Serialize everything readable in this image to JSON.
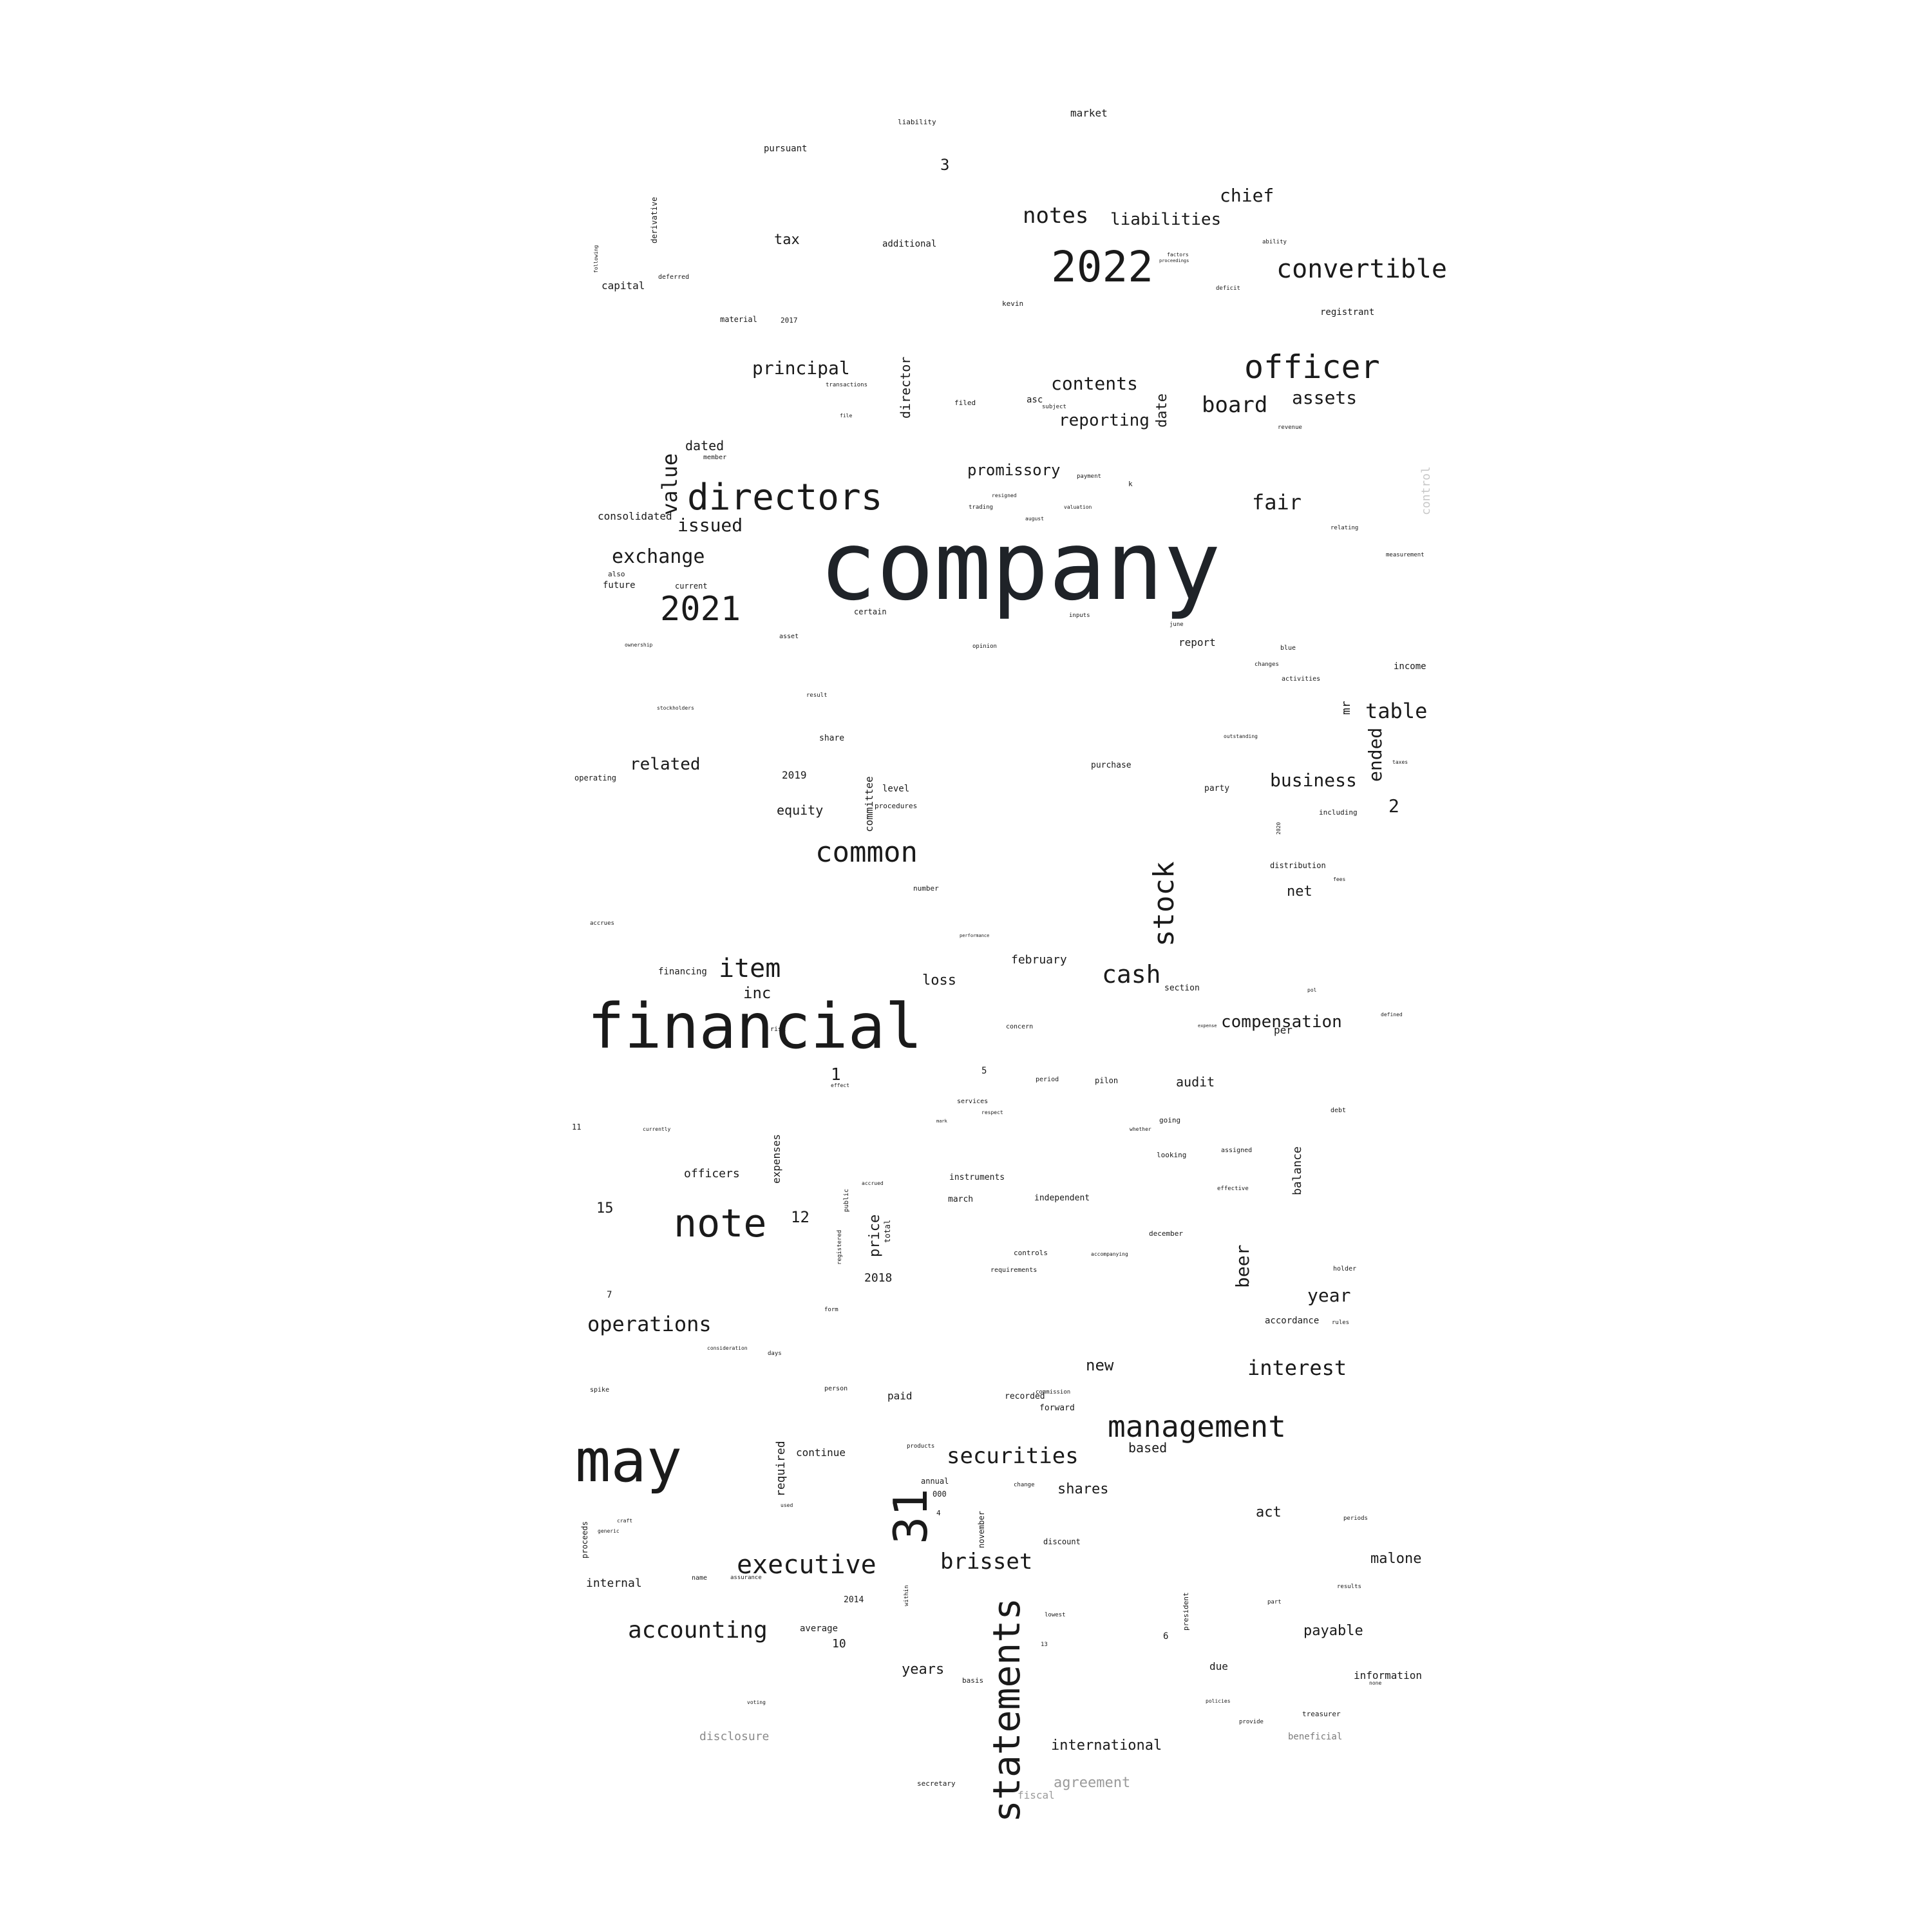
{
  "words": [
    {
      "id": "company",
      "text": "company",
      "tone": "#1f2328"
    },
    {
      "id": "financial",
      "text": "financial",
      "tone": "#1a1a1a"
    },
    {
      "id": "may",
      "text": "may",
      "tone": "#1a1a1a"
    },
    {
      "id": "2022",
      "text": "2022",
      "tone": "#1a1a1a"
    },
    {
      "id": "directors",
      "text": "directors",
      "tone": "#1a1a1a"
    },
    {
      "id": "statements",
      "text": "statements",
      "tone": "#1a1a1a"
    },
    {
      "id": "31",
      "text": "31",
      "tone": "#1a1a1a"
    },
    {
      "id": "note",
      "text": "note",
      "tone": "#1a1a1a"
    },
    {
      "id": "2021",
      "text": "2021",
      "tone": "#1a1a1a"
    },
    {
      "id": "officer",
      "text": "officer",
      "tone": "#1a1a1a"
    },
    {
      "id": "management",
      "text": "management",
      "tone": "#1a1a1a"
    },
    {
      "id": "convertible",
      "text": "convertible",
      "tone": "#1a1a1a"
    },
    {
      "id": "common",
      "text": "common",
      "tone": "#1a1a1a"
    },
    {
      "id": "stock",
      "text": "stock",
      "tone": "#1a1a1a"
    },
    {
      "id": "executive",
      "text": "executive",
      "tone": "#1a1a1a"
    },
    {
      "id": "item",
      "text": "item",
      "tone": "#1a1a1a"
    },
    {
      "id": "cash",
      "text": "cash",
      "tone": "#1a1a1a"
    },
    {
      "id": "accounting",
      "text": "accounting",
      "tone": "#1a1a1a"
    },
    {
      "id": "securities",
      "text": "securities",
      "tone": "#1a1a1a"
    },
    {
      "id": "brisset",
      "text": "brisset",
      "tone": "#1a1a1a"
    },
    {
      "id": "notes",
      "text": "notes",
      "tone": "#1a1a1a"
    },
    {
      "id": "table",
      "text": "table",
      "tone": "#1a1a1a"
    },
    {
      "id": "board",
      "text": "board",
      "tone": "#1a1a1a"
    },
    {
      "id": "operations",
      "text": "operations",
      "tone": "#1a1a1a"
    },
    {
      "id": "interest",
      "text": "interest",
      "tone": "#1a1a1a"
    },
    {
      "id": "exchange",
      "text": "exchange",
      "tone": "#1a1a1a"
    },
    {
      "id": "value",
      "text": "value",
      "tone": "#1a1a1a"
    },
    {
      "id": "fair",
      "text": "fair",
      "tone": "#1a1a1a"
    },
    {
      "id": "principal",
      "text": "principal",
      "tone": "#1a1a1a"
    },
    {
      "id": "contents",
      "text": "contents",
      "tone": "#1a1a1a"
    },
    {
      "id": "liabilities",
      "text": "liabilities",
      "tone": "#1a1a1a"
    },
    {
      "id": "chief",
      "text": "chief",
      "tone": "#1a1a1a"
    },
    {
      "id": "assets",
      "text": "assets",
      "tone": "#1a1a1a"
    },
    {
      "id": "issued",
      "text": "issued",
      "tone": "#1a1a1a"
    },
    {
      "id": "reporting",
      "text": "reporting",
      "tone": "#1a1a1a"
    },
    {
      "id": "business",
      "text": "business",
      "tone": "#1a1a1a"
    },
    {
      "id": "compensation",
      "text": "compensation",
      "tone": "#1a1a1a"
    },
    {
      "id": "year",
      "text": "year",
      "tone": "#1a1a1a"
    },
    {
      "id": "related",
      "text": "related",
      "tone": "#1a1a1a"
    },
    {
      "id": "ended",
      "text": "ended",
      "tone": "#1a1a1a"
    },
    {
      "id": "beer",
      "text": "beer",
      "tone": "#1a1a1a"
    },
    {
      "id": "promissory",
      "text": "promissory",
      "tone": "#1a1a1a"
    },
    {
      "id": "years",
      "text": "years",
      "tone": "#1a1a1a"
    },
    {
      "id": "new",
      "text": "new",
      "tone": "#1a1a1a"
    },
    {
      "id": "malone",
      "text": "malone",
      "tone": "#1a1a1a"
    },
    {
      "id": "payable",
      "text": "payable",
      "tone": "#1a1a1a"
    },
    {
      "id": "shares",
      "text": "shares",
      "tone": "#1a1a1a"
    },
    {
      "id": "international",
      "text": "international",
      "tone": "#1a1a1a"
    },
    {
      "id": "act",
      "text": "act",
      "tone": "#1a1a1a"
    },
    {
      "id": "loss",
      "text": "loss",
      "tone": "#1a1a1a"
    },
    {
      "id": "inc",
      "text": "inc",
      "tone": "#1a1a1a"
    },
    {
      "id": "net",
      "text": "net",
      "tone": "#1a1a1a"
    },
    {
      "id": "equity",
      "text": "equity",
      "tone": "#1a1a1a"
    },
    {
      "id": "tax",
      "text": "tax",
      "tone": "#1a1a1a"
    },
    {
      "id": "dated",
      "text": "dated",
      "tone": "#1a1a1a"
    },
    {
      "id": "date",
      "text": "date",
      "tone": "#1a1a1a"
    },
    {
      "id": "director",
      "text": "director",
      "tone": "#1a1a1a"
    },
    {
      "id": "officers",
      "text": "officers",
      "tone": "#1a1a1a"
    },
    {
      "id": "internal",
      "text": "internal",
      "tone": "#1a1a1a"
    },
    {
      "id": "audit",
      "text": "audit",
      "tone": "#1a1a1a"
    },
    {
      "id": "based",
      "text": "based",
      "tone": "#1a1a1a"
    },
    {
      "id": "price",
      "text": "price",
      "tone": "#1a1a1a"
    },
    {
      "id": "february",
      "text": "february",
      "tone": "#1a1a1a"
    },
    {
      "id": "balance",
      "text": "balance",
      "tone": "#1a1a1a"
    },
    {
      "id": "required",
      "text": "required",
      "tone": "#1a1a1a"
    },
    {
      "id": "expenses",
      "text": "expenses",
      "tone": "#1a1a1a"
    },
    {
      "id": "committee",
      "text": "committee",
      "tone": "#1a1a1a"
    },
    {
      "id": "capital",
      "text": "capital",
      "tone": "#1a1a1a"
    },
    {
      "id": "consolidated",
      "text": "consolidated",
      "tone": "#1a1a1a"
    },
    {
      "id": "2",
      "text": "2",
      "tone": "#1a1a1a"
    },
    {
      "id": "12",
      "text": "12",
      "tone": "#1a1a1a"
    },
    {
      "id": "15",
      "text": "15",
      "tone": "#1a1a1a"
    },
    {
      "id": "1",
      "text": "1",
      "tone": "#1a1a1a"
    },
    {
      "id": "3",
      "text": "3",
      "tone": "#1a1a1a"
    },
    {
      "id": "10",
      "text": "10",
      "tone": "#1a1a1a"
    },
    {
      "id": "2018",
      "text": "2018",
      "tone": "#1a1a1a"
    },
    {
      "id": "2019",
      "text": "2019",
      "tone": "#1a1a1a"
    },
    {
      "id": "mr",
      "text": "mr",
      "tone": "#1a1a1a"
    },
    {
      "id": "continue",
      "text": "continue",
      "tone": "#1a1a1a"
    },
    {
      "id": "paid",
      "text": "paid",
      "tone": "#1a1a1a"
    },
    {
      "id": "information",
      "text": "information",
      "tone": "#1a1a1a"
    },
    {
      "id": "average",
      "text": "average",
      "tone": "#1a1a1a"
    },
    {
      "id": "accordance",
      "text": "accordance",
      "tone": "#1a1a1a"
    },
    {
      "id": "due",
      "text": "due",
      "tone": "#1a1a1a"
    },
    {
      "id": "financing",
      "text": "financing",
      "tone": "#1a1a1a"
    },
    {
      "id": "additional",
      "text": "additional",
      "tone": "#1a1a1a"
    },
    {
      "id": "pursuant",
      "text": "pursuant",
      "tone": "#1a1a1a"
    },
    {
      "id": "market",
      "text": "market",
      "tone": "#1a1a1a"
    },
    {
      "id": "registrant",
      "text": "registrant",
      "tone": "#1a1a1a"
    },
    {
      "id": "income",
      "text": "income",
      "tone": "#1a1a1a"
    },
    {
      "id": "level",
      "text": "level",
      "tone": "#1a1a1a"
    },
    {
      "id": "operating",
      "text": "operating",
      "tone": "#1a1a1a"
    },
    {
      "id": "future",
      "text": "future",
      "tone": "#1a1a1a"
    },
    {
      "id": "current",
      "text": "current",
      "tone": "#1a1a1a"
    },
    {
      "id": "also",
      "text": "also",
      "tone": "#1a1a1a"
    },
    {
      "id": "certain",
      "text": "certain",
      "tone": "#1a1a1a"
    },
    {
      "id": "report",
      "text": "report",
      "tone": "#1a1a1a"
    },
    {
      "id": "material",
      "text": "material",
      "tone": "#1a1a1a"
    },
    {
      "id": "2017",
      "text": "2017",
      "tone": "#1a1a1a"
    },
    {
      "id": "derivative",
      "text": "derivative",
      "tone": "#1a1a1a"
    },
    {
      "id": "deferred",
      "text": "deferred",
      "tone": "#1a1a1a"
    },
    {
      "id": "liability",
      "text": "liability",
      "tone": "#1a1a1a"
    },
    {
      "id": "kevin",
      "text": "kevin",
      "tone": "#1a1a1a"
    },
    {
      "id": "asc",
      "text": "asc",
      "tone": "#1a1a1a"
    },
    {
      "id": "filed",
      "text": "filed",
      "tone": "#1a1a1a"
    },
    {
      "id": "share",
      "text": "share",
      "tone": "#1a1a1a"
    },
    {
      "id": "purchase",
      "text": "purchase",
      "tone": "#1a1a1a"
    },
    {
      "id": "party",
      "text": "party",
      "tone": "#1a1a1a"
    },
    {
      "id": "including",
      "text": "including",
      "tone": "#1a1a1a"
    },
    {
      "id": "distribution",
      "text": "distribution",
      "tone": "#1a1a1a"
    },
    {
      "id": "number",
      "text": "number",
      "tone": "#1a1a1a"
    },
    {
      "id": "procedures",
      "text": "procedures",
      "tone": "#1a1a1a"
    },
    {
      "id": "section",
      "text": "section",
      "tone": "#1a1a1a"
    },
    {
      "id": "per",
      "text": "per",
      "tone": "#1a1a1a"
    },
    {
      "id": "instruments",
      "text": "instruments",
      "tone": "#1a1a1a"
    },
    {
      "id": "independent",
      "text": "independent",
      "tone": "#1a1a1a"
    },
    {
      "id": "march",
      "text": "march",
      "tone": "#1a1a1a"
    },
    {
      "id": "recorded",
      "text": "recorded",
      "tone": "#1a1a1a"
    },
    {
      "id": "forward",
      "text": "forward",
      "tone": "#1a1a1a"
    },
    {
      "id": "2014",
      "text": "2014",
      "tone": "#1a1a1a"
    },
    {
      "id": "annual",
      "text": "annual",
      "tone": "#1a1a1a"
    },
    {
      "id": "000",
      "text": "000",
      "tone": "#1a1a1a"
    },
    {
      "id": "november",
      "text": "november",
      "tone": "#1a1a1a"
    },
    {
      "id": "discount",
      "text": "discount",
      "tone": "#1a1a1a"
    },
    {
      "id": "proceeds",
      "text": "proceeds",
      "tone": "#1a1a1a"
    },
    {
      "id": "president",
      "text": "president",
      "tone": "#1a1a1a"
    },
    {
      "id": "secretary",
      "text": "secretary",
      "tone": "#1a1a1a"
    },
    {
      "id": "treasurer",
      "text": "treasurer",
      "tone": "#1a1a1a"
    },
    {
      "id": "basis",
      "text": "basis",
      "tone": "#1a1a1a"
    },
    {
      "id": "december",
      "text": "december",
      "tone": "#1a1a1a"
    },
    {
      "id": "controls",
      "text": "controls",
      "tone": "#1a1a1a"
    },
    {
      "id": "requirements",
      "text": "requirements",
      "tone": "#1a1a1a"
    },
    {
      "id": "looking",
      "text": "looking",
      "tone": "#1a1a1a"
    },
    {
      "id": "going",
      "text": "going",
      "tone": "#1a1a1a"
    },
    {
      "id": "pilon",
      "text": "pilon",
      "tone": "#1a1a1a"
    },
    {
      "id": "period",
      "text": "period",
      "tone": "#1a1a1a"
    },
    {
      "id": "services",
      "text": "services",
      "tone": "#1a1a1a"
    },
    {
      "id": "concern",
      "text": "concern",
      "tone": "#1a1a1a"
    },
    {
      "id": "public",
      "text": "public",
      "tone": "#1a1a1a"
    },
    {
      "id": "total",
      "text": "total",
      "tone": "#1a1a1a"
    },
    {
      "id": "registered",
      "text": "registered",
      "tone": "#1a1a1a"
    },
    {
      "id": "form",
      "text": "form",
      "tone": "#1a1a1a"
    },
    {
      "id": "person",
      "text": "person",
      "tone": "#1a1a1a"
    },
    {
      "id": "name",
      "text": "name",
      "tone": "#1a1a1a"
    },
    {
      "id": "assurance",
      "text": "assurance",
      "tone": "#1a1a1a"
    },
    {
      "id": "within",
      "text": "within",
      "tone": "#1a1a1a"
    },
    {
      "id": "lowest",
      "text": "lowest",
      "tone": "#1a1a1a"
    },
    {
      "id": "holder",
      "text": "holder",
      "tone": "#1a1a1a"
    },
    {
      "id": "rules",
      "text": "rules",
      "tone": "#1a1a1a"
    },
    {
      "id": "debt",
      "text": "debt",
      "tone": "#1a1a1a"
    },
    {
      "id": "assigned",
      "text": "assigned",
      "tone": "#1a1a1a"
    },
    {
      "id": "effective",
      "text": "effective",
      "tone": "#1a1a1a"
    },
    {
      "id": "results",
      "text": "results",
      "tone": "#1a1a1a"
    },
    {
      "id": "periods",
      "text": "periods",
      "tone": "#1a1a1a"
    },
    {
      "id": "provide",
      "text": "provide",
      "tone": "#1a1a1a"
    },
    {
      "id": "policies",
      "text": "policies",
      "tone": "#1a1a1a"
    },
    {
      "id": "part",
      "text": "part",
      "tone": "#1a1a1a"
    },
    {
      "id": "commission",
      "text": "commission",
      "tone": "#1a1a1a"
    },
    {
      "id": "change",
      "text": "change",
      "tone": "#1a1a1a"
    },
    {
      "id": "products",
      "text": "products",
      "tone": "#1a1a1a"
    },
    {
      "id": "days",
      "text": "days",
      "tone": "#1a1a1a"
    },
    {
      "id": "consideration",
      "text": "consideration",
      "tone": "#1a1a1a"
    },
    {
      "id": "spike",
      "text": "spike",
      "tone": "#1a1a1a"
    },
    {
      "id": "craft",
      "text": "craft",
      "tone": "#1a1a1a"
    },
    {
      "id": "used",
      "text": "used",
      "tone": "#1a1a1a"
    },
    {
      "id": "voting",
      "text": "voting",
      "tone": "#1a1a1a"
    },
    {
      "id": "risk",
      "text": "risk",
      "tone": "#1a1a1a"
    },
    {
      "id": "accrues",
      "text": "accrues",
      "tone": "#1a1a1a"
    },
    {
      "id": "member",
      "text": "member",
      "tone": "#1a1a1a"
    },
    {
      "id": "asset",
      "text": "asset",
      "tone": "#1a1a1a"
    },
    {
      "id": "opinion",
      "text": "opinion",
      "tone": "#1a1a1a"
    },
    {
      "id": "result",
      "text": "result",
      "tone": "#1a1a1a"
    },
    {
      "id": "payment",
      "text": "payment",
      "tone": "#1a1a1a"
    },
    {
      "id": "trading",
      "text": "trading",
      "tone": "#1a1a1a"
    },
    {
      "id": "resigned",
      "text": "resigned",
      "tone": "#1a1a1a"
    },
    {
      "id": "august",
      "text": "august",
      "tone": "#1a1a1a"
    },
    {
      "id": "valuation",
      "text": "valuation",
      "tone": "#1a1a1a"
    },
    {
      "id": "inputs",
      "text": "inputs",
      "tone": "#1a1a1a"
    },
    {
      "id": "june",
      "text": "june",
      "tone": "#1a1a1a"
    },
    {
      "id": "subject",
      "text": "subject",
      "tone": "#1a1a1a"
    },
    {
      "id": "revenue",
      "text": "revenue",
      "tone": "#1a1a1a"
    },
    {
      "id": "relating",
      "text": "relating",
      "tone": "#1a1a1a"
    },
    {
      "id": "measurement",
      "text": "measurement",
      "tone": "#1a1a1a"
    },
    {
      "id": "blue",
      "text": "blue",
      "tone": "#1a1a1a"
    },
    {
      "id": "changes",
      "text": "changes",
      "tone": "#1a1a1a"
    },
    {
      "id": "activities",
      "text": "activities",
      "tone": "#1a1a1a"
    },
    {
      "id": "outstanding",
      "text": "outstanding",
      "tone": "#1a1a1a"
    },
    {
      "id": "taxes",
      "text": "taxes",
      "tone": "#1a1a1a"
    },
    {
      "id": "fees",
      "text": "fees",
      "tone": "#1a1a1a"
    },
    {
      "id": "deficit",
      "text": "deficit",
      "tone": "#1a1a1a"
    },
    {
      "id": "ability",
      "text": "ability",
      "tone": "#1a1a1a"
    },
    {
      "id": "capital_factors",
      "text": "factors",
      "tone": "#1a1a1a"
    },
    {
      "id": "proceedings",
      "text": "proceedings",
      "tone": "#1a1a1a"
    },
    {
      "id": "stockholders",
      "text": "stockholders",
      "tone": "#1a1a1a"
    },
    {
      "id": "ownership",
      "text": "ownership",
      "tone": "#1a1a1a"
    },
    {
      "id": "transactions",
      "text": "transactions",
      "tone": "#1a1a1a"
    },
    {
      "id": "file",
      "text": "file",
      "tone": "#1a1a1a"
    },
    {
      "id": "k",
      "text": "k",
      "tone": "#1a1a1a"
    },
    {
      "id": "11",
      "text": "11",
      "tone": "#1a1a1a"
    },
    {
      "id": "7",
      "text": "7",
      "tone": "#1a1a1a"
    },
    {
      "id": "5",
      "text": "5",
      "tone": "#1a1a1a"
    },
    {
      "id": "4",
      "text": "4",
      "tone": "#1a1a1a"
    },
    {
      "id": "6",
      "text": "6",
      "tone": "#1a1a1a"
    },
    {
      "id": "13",
      "text": "13",
      "tone": "#1a1a1a"
    },
    {
      "id": "disclosure",
      "text": "disclosure",
      "tone": "#8a8a8a"
    },
    {
      "id": "agreement",
      "text": "agreement",
      "tone": "#9a9a9a"
    },
    {
      "id": "fiscal",
      "text": "fiscal",
      "tone": "#9a9a9a"
    },
    {
      "id": "beneficial",
      "text": "beneficial",
      "tone": "#7a7a7a"
    },
    {
      "id": "control",
      "text": "control",
      "tone": "#c8c8c8"
    },
    {
      "id": "following",
      "text": "following",
      "tone": "#1a1a1a"
    },
    {
      "id": "currently",
      "text": "currently",
      "tone": "#1a1a1a"
    },
    {
      "id": "pol",
      "text": "pol",
      "tone": "#1a1a1a"
    },
    {
      "id": "defined",
      "text": "defined",
      "tone": "#1a1a1a"
    },
    {
      "id": "expense",
      "text": "expense",
      "tone": "#1a1a1a"
    },
    {
      "id": "whether",
      "text": "whether",
      "tone": "#1a1a1a"
    },
    {
      "id": "respect",
      "text": "respect",
      "tone": "#1a1a1a"
    },
    {
      "id": "accrued",
      "text": "accrued",
      "tone": "#1a1a1a"
    },
    {
      "id": "accompanying",
      "text": "accompanying",
      "tone": "#1a1a1a"
    },
    {
      "id": "none",
      "text": "none",
      "tone": "#1a1a1a"
    },
    {
      "id": "effect",
      "text": "effect",
      "tone": "#1a1a1a"
    },
    {
      "id": "mark",
      "text": "mark",
      "tone": "#1a1a1a"
    },
    {
      "id": "performance",
      "text": "performance",
      "tone": "#1a1a1a"
    },
    {
      "id": "2020",
      "text": "2020",
      "tone": "#1a1a1a"
    },
    {
      "id": "generic",
      "text": "generic",
      "tone": "#1a1a1a"
    }
  ]
}
